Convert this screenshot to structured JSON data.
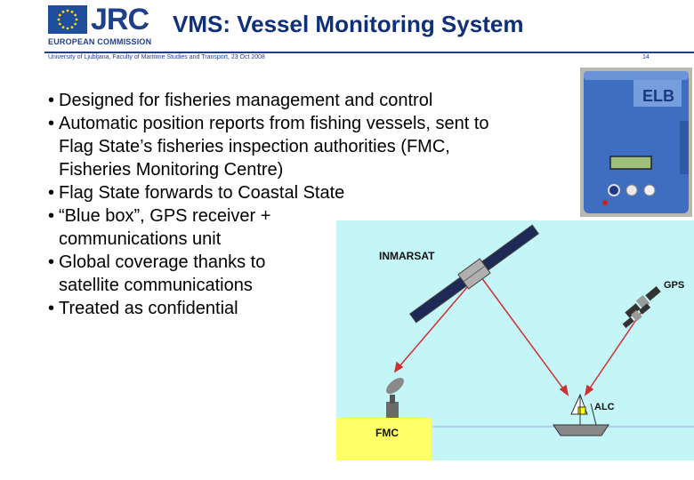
{
  "header": {
    "logo_brand": "JRC",
    "logo_subtitle": "EUROPEAN COMMISSION",
    "title": "VMS: Vessel Monitoring System",
    "footer_text": "University of Ljubljana, Faculty of Maritime Studies and Transport, 23 Oct 2008",
    "page_number": "14"
  },
  "bullets": [
    {
      "before": "Designed for ",
      "emph": "fisheries",
      "after": " management and control"
    },
    {
      "text": "Automatic position reports from fishing vessels, sent to Flag State’s fisheries inspection authorities (FMC, Fisheries Monitoring Centre)"
    },
    {
      "text": "Flag State forwards to Coastal State"
    },
    {
      "text": "“Blue box”, GPS receiver + communications unit"
    },
    {
      "text": "Global coverage thanks to satellite communications"
    },
    {
      "text": "Treated as confidential"
    }
  ],
  "device": {
    "brand": "ELB"
  },
  "diagram": {
    "labels": {
      "inmarsat": "INMARSAT",
      "gps": "GPS",
      "alc": "ALC",
      "fmc": "FMC"
    },
    "colors": {
      "sky": "#c4f5f7",
      "land": "#ffff66",
      "sea": "#c4f5f7",
      "beam": "#d03030"
    }
  }
}
